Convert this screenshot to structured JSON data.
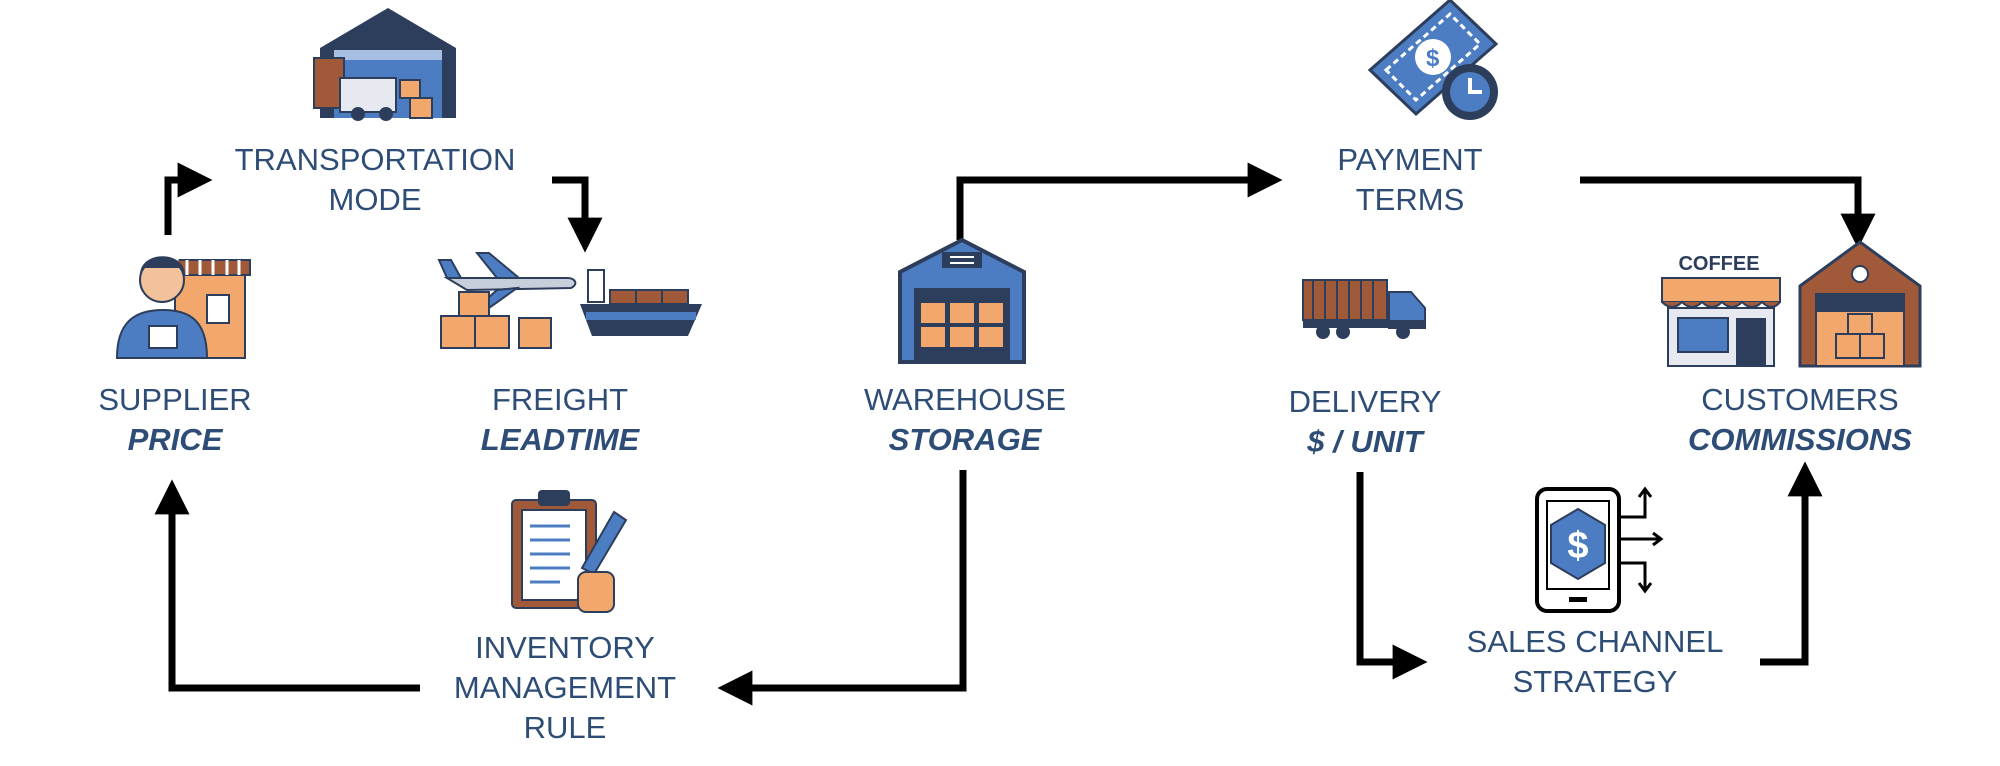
{
  "nodes": {
    "transportation": {
      "line1": "TRANSPORTATION",
      "line2": "MODE"
    },
    "supplier": {
      "line1": "SUPPLIER",
      "line2": "PRICE"
    },
    "freight": {
      "line1": "FREIGHT",
      "line2": "LEADTIME"
    },
    "inventory": {
      "line1": "INVENTORY",
      "line2": "MANAGEMENT",
      "line3": "RULE"
    },
    "warehouse": {
      "line1": "WAREHOUSE",
      "line2": "STORAGE"
    },
    "payment": {
      "line1": "PAYMENT",
      "line2": "TERMS"
    },
    "delivery": {
      "line1": "DELIVERY",
      "line2": "$ / UNIT"
    },
    "sales": {
      "line1": "SALES CHANNEL",
      "line2": "STRATEGY"
    },
    "customers": {
      "line1": "CUSTOMERS",
      "line2": "COMMISSIONS"
    }
  },
  "icons": {
    "coffee_sign": "COFFEE",
    "dollar_glyph": "$"
  },
  "colors": {
    "label": "#2e4d76",
    "arrow": "#000000",
    "blue": "#4c7cc2",
    "navy": "#2d3e5c",
    "orange": "#f2a86c",
    "brown": "#a05a3a"
  }
}
